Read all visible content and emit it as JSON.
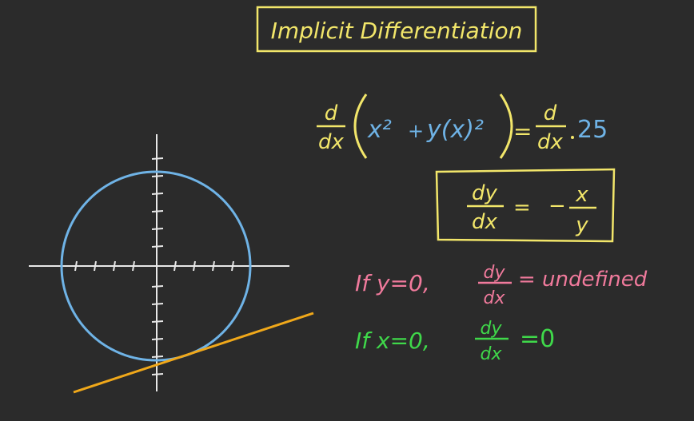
{
  "title": "Implicit Differentiation",
  "colors": {
    "background": "#2b2b2b",
    "yellow": "#f2e66a",
    "blue": "#6fb3e6",
    "white": "#e8e8e8",
    "pink": "#f07a9c",
    "green": "#3fd84a",
    "orange": "#f0a81a"
  },
  "equation": {
    "d": "d",
    "dx": "dx",
    "x2": "x²",
    "plus": "+",
    "yx2": "y(x)²",
    "equals": "=",
    "constant": "25"
  },
  "result": {
    "dy": "dy",
    "dx": "dx",
    "equals": "=",
    "minus": "−",
    "x": "x",
    "y": "y"
  },
  "case_y0": {
    "condition": "If y=0,",
    "dy": "dy",
    "dx": "dx",
    "value": "= undefined"
  },
  "case_x0": {
    "condition": "If x=0,",
    "dy": "dy",
    "dx": "dx",
    "value": "=0"
  }
}
